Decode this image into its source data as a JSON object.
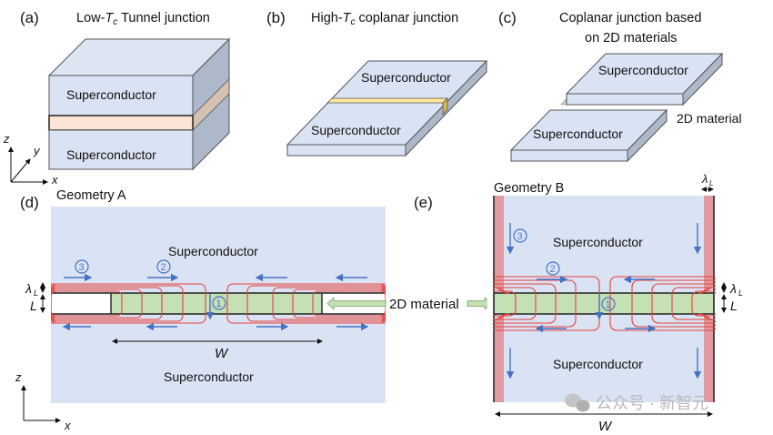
{
  "figure": {
    "panels": {
      "a": {
        "label": "(a)",
        "title_prefix": "Low-",
        "title_T": "T",
        "title_sub": "c",
        "title_suffix": " Tunnel junction",
        "top_layer": "Superconductor",
        "bottom_layer": "Superconductor",
        "axes": {
          "z": "z",
          "y": "y",
          "x": "x"
        }
      },
      "b": {
        "label": "(b)",
        "title_prefix": "High-",
        "title_T": "T",
        "title_sub": "c",
        "title_suffix": " coplanar junction",
        "top_region": "Superconductor",
        "bottom_region": "Superconductor"
      },
      "c": {
        "label": "(c)",
        "title_line1": "Coplanar junction based",
        "title_line2": "on 2D materials",
        "top_slab": "Superconductor",
        "bottom_slab": "Superconductor",
        "material_label": "2D material"
      },
      "d": {
        "label": "(d)",
        "geometry": "Geometry A",
        "top_region": "Superconductor",
        "bottom_region": "Superconductor",
        "lambda_label": "λ",
        "lambda_sub": "L",
        "L_label": "L",
        "W_label": "W",
        "markers": [
          "1",
          "2",
          "3"
        ],
        "axes": {
          "z": "z",
          "x": "x"
        }
      },
      "e": {
        "label": "(e)",
        "geometry": "Geometry B",
        "top_region": "Superconductor",
        "bottom_region": "Superconductor",
        "lambda_label": "λ",
        "lambda_sub": "L",
        "L_label": "L",
        "W_label": "W",
        "markers": [
          "1",
          "2",
          "3"
        ]
      },
      "shared": {
        "material_label": "2D material"
      }
    },
    "watermark": "公众号 · 新智元",
    "colors": {
      "superconductor": "#dae3f3",
      "superconductor_side": "#adb9ca",
      "barrier": "#fbe5d6",
      "coplanar_barrier": "#ffe699",
      "material_2d": "#c5e0b4",
      "field_lines": "#e8423c",
      "current_arrows": "#4472c4"
    }
  }
}
